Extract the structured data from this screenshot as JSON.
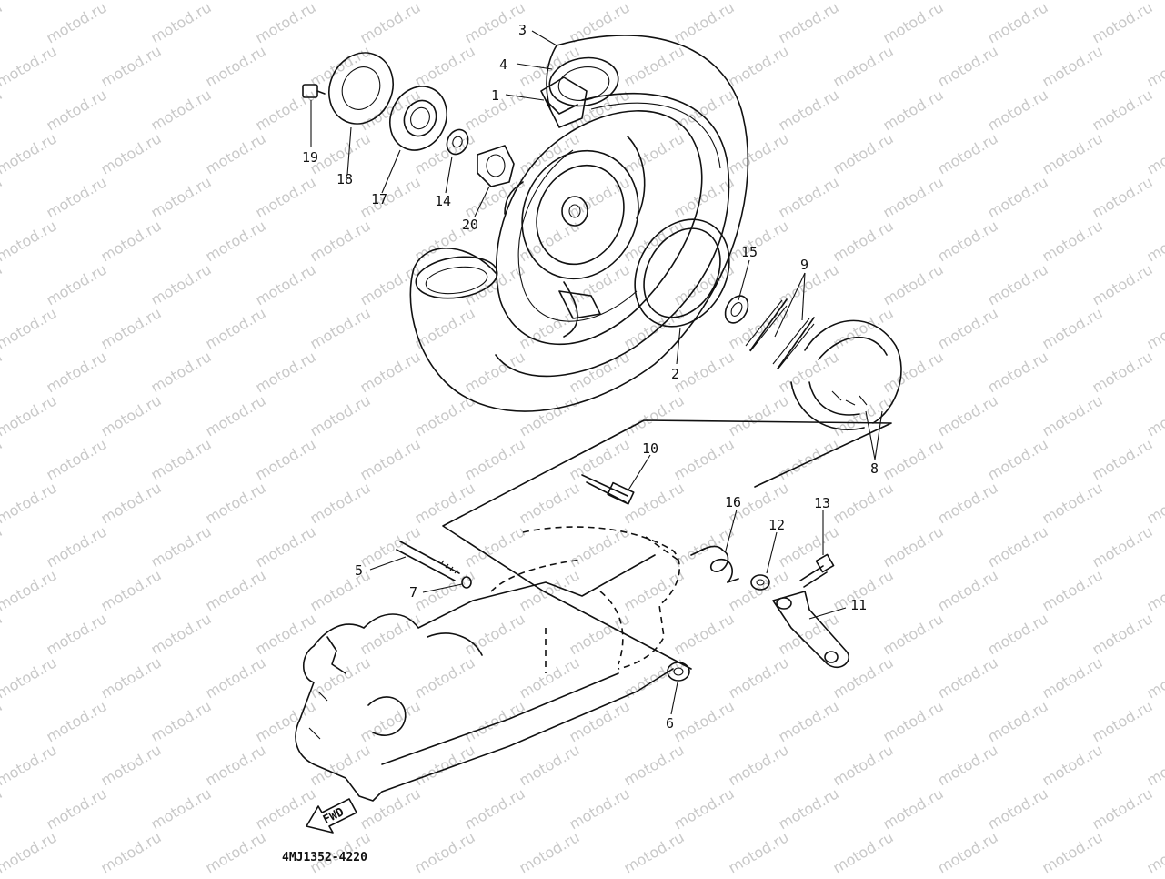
{
  "diagram": {
    "drawing_code": "4MJ1352-4220",
    "fwd_label": "FWD",
    "watermark_text": "motod.ru",
    "colors": {
      "ink": "#111111",
      "watermark": "#c9c9c9",
      "background": "#ffffff"
    },
    "callouts": [
      {
        "id": "1",
        "label": "1"
      },
      {
        "id": "2",
        "label": "2"
      },
      {
        "id": "3",
        "label": "3"
      },
      {
        "id": "4",
        "label": "4"
      },
      {
        "id": "5",
        "label": "5"
      },
      {
        "id": "6",
        "label": "6"
      },
      {
        "id": "7",
        "label": "7"
      },
      {
        "id": "8",
        "label": "8"
      },
      {
        "id": "9",
        "label": "9"
      },
      {
        "id": "10",
        "label": "10"
      },
      {
        "id": "11",
        "label": "11"
      },
      {
        "id": "12",
        "label": "12"
      },
      {
        "id": "13",
        "label": "13"
      },
      {
        "id": "14",
        "label": "14"
      },
      {
        "id": "15",
        "label": "15"
      },
      {
        "id": "16",
        "label": "16"
      },
      {
        "id": "17",
        "label": "17"
      },
      {
        "id": "18",
        "label": "18"
      },
      {
        "id": "19",
        "label": "19"
      },
      {
        "id": "20",
        "label": "20"
      }
    ]
  }
}
